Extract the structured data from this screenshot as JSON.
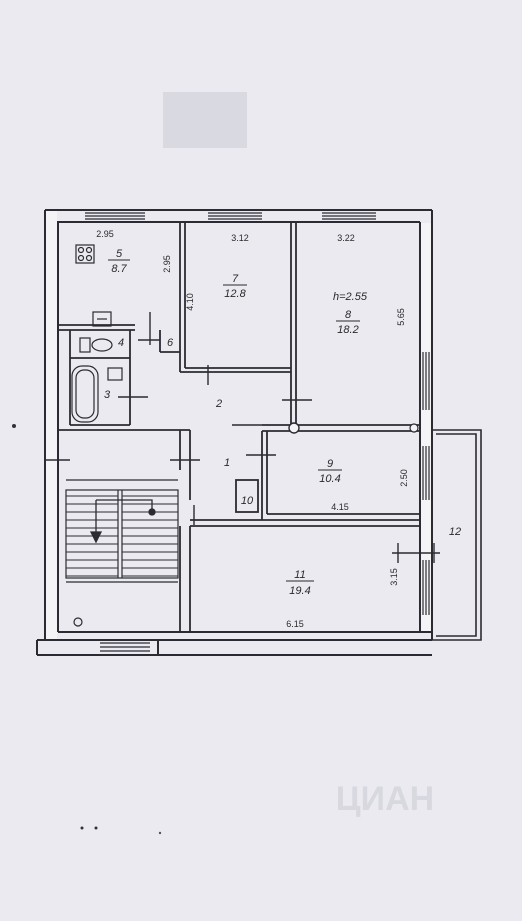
{
  "rooms": [
    {
      "id": "5",
      "number": "5",
      "area": "8.7"
    },
    {
      "id": "7",
      "number": "7",
      "area": "12.8"
    },
    {
      "id": "8",
      "number": "8",
      "area": "18.2"
    },
    {
      "id": "9",
      "number": "9",
      "area": "10.4"
    },
    {
      "id": "11",
      "number": "11",
      "area": "19.4"
    }
  ],
  "small_rooms": [
    "1",
    "2",
    "3",
    "4",
    "6",
    "10",
    "12"
  ],
  "ceiling_height": "h=2.55",
  "dimensions": {
    "kitchen_top": "2.95",
    "kitchen_side": "2.95",
    "room7_top": "3.12",
    "room7_side": "4.10",
    "room8_top": "3.22",
    "room8_side": "5.65",
    "room9_side": "2.50",
    "room9_bottom": "4.15",
    "room11_side": "3.15",
    "room11_bottom": "6.15"
  },
  "watermark": "ЦИАН"
}
